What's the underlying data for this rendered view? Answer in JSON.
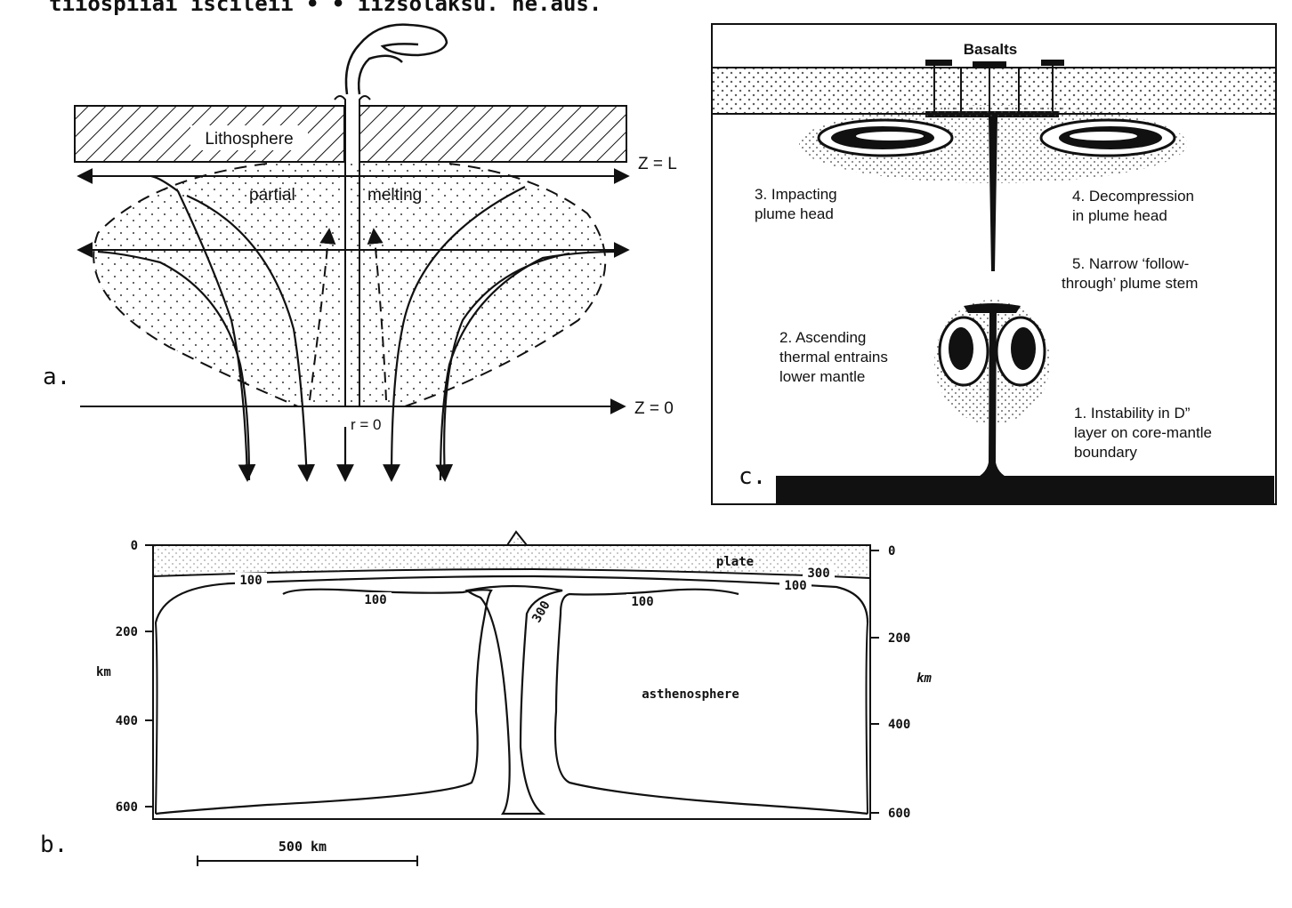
{
  "header_text": "tiiospiiai iscileii • • iizsolaksu. ne.aus.",
  "panel_a": {
    "panel_label": "a.",
    "lithosphere": "Lithosphere",
    "z_top": "Z = L",
    "z_bottom": "Z = 0",
    "partial": "partial",
    "melting": "melting",
    "r0": "r = 0"
  },
  "panel_b": {
    "panel_label": "b.",
    "left_ticks": [
      "0",
      "200",
      "400",
      "600"
    ],
    "right_ticks": [
      "0",
      "200",
      "400",
      "600"
    ],
    "unit_left": "km",
    "unit_right": "km",
    "plate": "plate",
    "asthenosphere": "asthenosphere",
    "contour_100": "100",
    "contour_300": "300",
    "scale_label": "500  km"
  },
  "panel_c": {
    "panel_label": "c.",
    "basalts": "Basalts",
    "label_3": [
      "3. Impacting",
      "plume head"
    ],
    "label_4": [
      "4. Decompression",
      "in plume head"
    ],
    "label_5": [
      "5. Narrow ‘follow-",
      "through’ plume stem"
    ],
    "label_2": [
      "2. Ascending",
      "thermal entrains",
      "lower mantle"
    ],
    "label_1": [
      "1. Instability in D”",
      "layer on core-mantle",
      "boundary"
    ]
  }
}
